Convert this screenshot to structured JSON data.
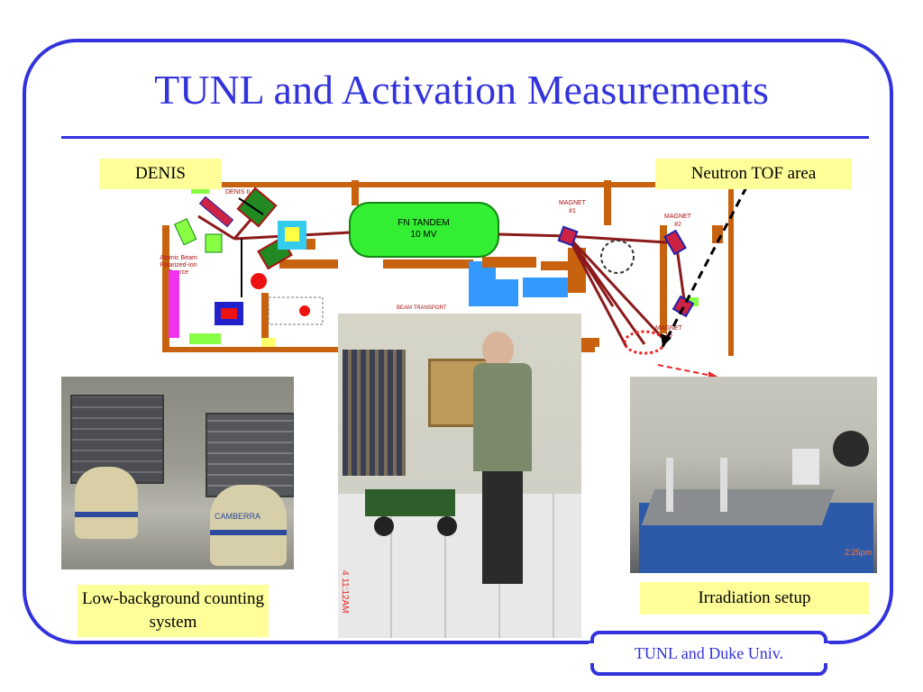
{
  "slide": {
    "title": "TUNL and Activation Measurements",
    "footer": "TUNL and Duke Univ."
  },
  "labels": {
    "denis": "DENIS",
    "neutron_tof": "Neutron TOF area",
    "low_background": "Low-background counting system",
    "irradiation": "Irradiation setup"
  },
  "diagram": {
    "denis_ii": "DENIS II",
    "source_line1": "Atomic Beam",
    "source_line2": "Polarized-Ion",
    "source_line3": "Source",
    "tandem_line1": "FN TANDEM",
    "tandem_line2": "10 MV",
    "magnet1_line1": "MAGNET",
    "magnet1_line2": "#1",
    "magnet2_line1": "MAGNET",
    "magnet2_line2": "#2",
    "magnet3_line1": "MAGNET",
    "magnet3_line2": "#3",
    "beam_transport": "BEAM TRANSPORT"
  },
  "photos": {
    "counting": {
      "name": "CAMBERRA"
    },
    "person": {
      "timestamp": "4 11:12AM"
    },
    "irradiation": {
      "timestamp": "2:25pm"
    }
  },
  "colors": {
    "accent": "#3333dd",
    "label_bg": "#ffff99",
    "tandem": "#33ee33",
    "wall": "#c8620f",
    "annotation_red": "#ee2222"
  }
}
